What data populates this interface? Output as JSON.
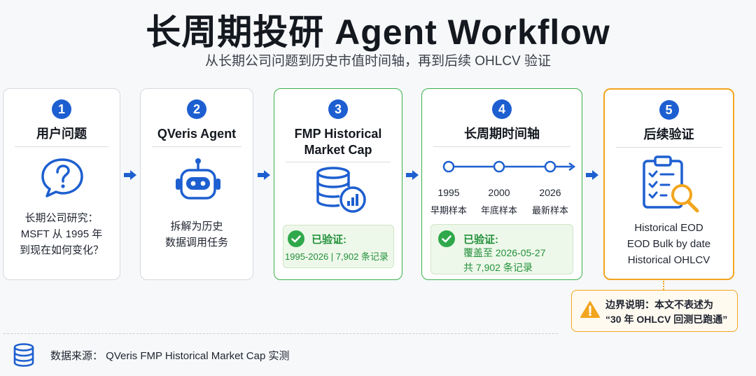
{
  "header": {
    "title": "长周期投研 Agent Workflow",
    "subtitle": "从长期公司问题到历史市值时间轴，再到后续 OHLCV 验证"
  },
  "steps": [
    {
      "number": "1",
      "title": "用户问题",
      "icon": "question-chat-icon",
      "lines": [
        "长期公司研究：",
        "MSFT 从 1995 年",
        "到现在如何变化？"
      ]
    },
    {
      "number": "2",
      "title": "QVeris Agent",
      "icon": "robot-icon",
      "lines": [
        "拆解为历史",
        "数据调用任务"
      ]
    },
    {
      "number": "3",
      "title_lines": [
        "FMP Historical",
        "Market Cap"
      ],
      "icon": "database-chart-icon",
      "verified_label": "已验证:",
      "verified_text": "1995-2026 | 7,902 条记录"
    },
    {
      "number": "4",
      "title": "长周期时间轴",
      "timeline": [
        {
          "year": "1995",
          "label": "早期样本"
        },
        {
          "year": "2000",
          "label": "年底样本"
        },
        {
          "year": "2026",
          "label": "最新样本"
        }
      ],
      "verified_label": "已验证:",
      "verified_lines": [
        "覆盖至 2026-05-27",
        "共 7,902 条记录"
      ]
    },
    {
      "number": "5",
      "title": "后续验证",
      "icon": "clipboard-search-icon",
      "lines": [
        "Historical EOD",
        "EOD Bulk by date",
        "Historical OHLCV"
      ]
    }
  ],
  "note": {
    "icon": "warning-icon",
    "lines": [
      "边界说明：本文不表述为",
      "“30 年 OHLCV 回测已跑通”"
    ]
  },
  "footer": {
    "icon": "database-icon",
    "text": "数据来源： QVeris FMP Historical Market Cap  实测"
  },
  "colors": {
    "accent_blue": "#1d5fd0",
    "verified_green": "#2fa84b",
    "note_orange": "#f2a51e"
  }
}
